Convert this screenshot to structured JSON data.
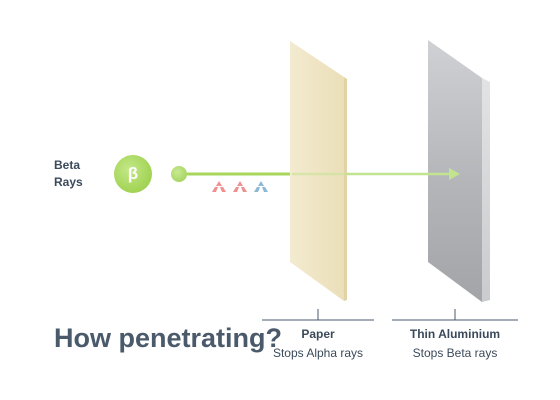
{
  "ray": {
    "label": "Beta\nRays",
    "symbol": "β"
  },
  "title": "How penetrating?",
  "barriers": {
    "paper": {
      "name": "Paper",
      "description": "Stops Alpha rays"
    },
    "aluminium": {
      "name": "Thin Aluminium",
      "description": "Stops Beta rays"
    }
  },
  "colors": {
    "beta": "#a6d65a",
    "paper": "#f0e6c4",
    "aluminium": "#b9bbbe",
    "hazard_red": "#f08f8f",
    "hazard_blue": "#8ab8d6",
    "text": "#3b4a5a"
  },
  "icons": [
    "radiation-hazard-icon-red",
    "radiation-hazard-icon-red",
    "radiation-hazard-icon-blue"
  ]
}
